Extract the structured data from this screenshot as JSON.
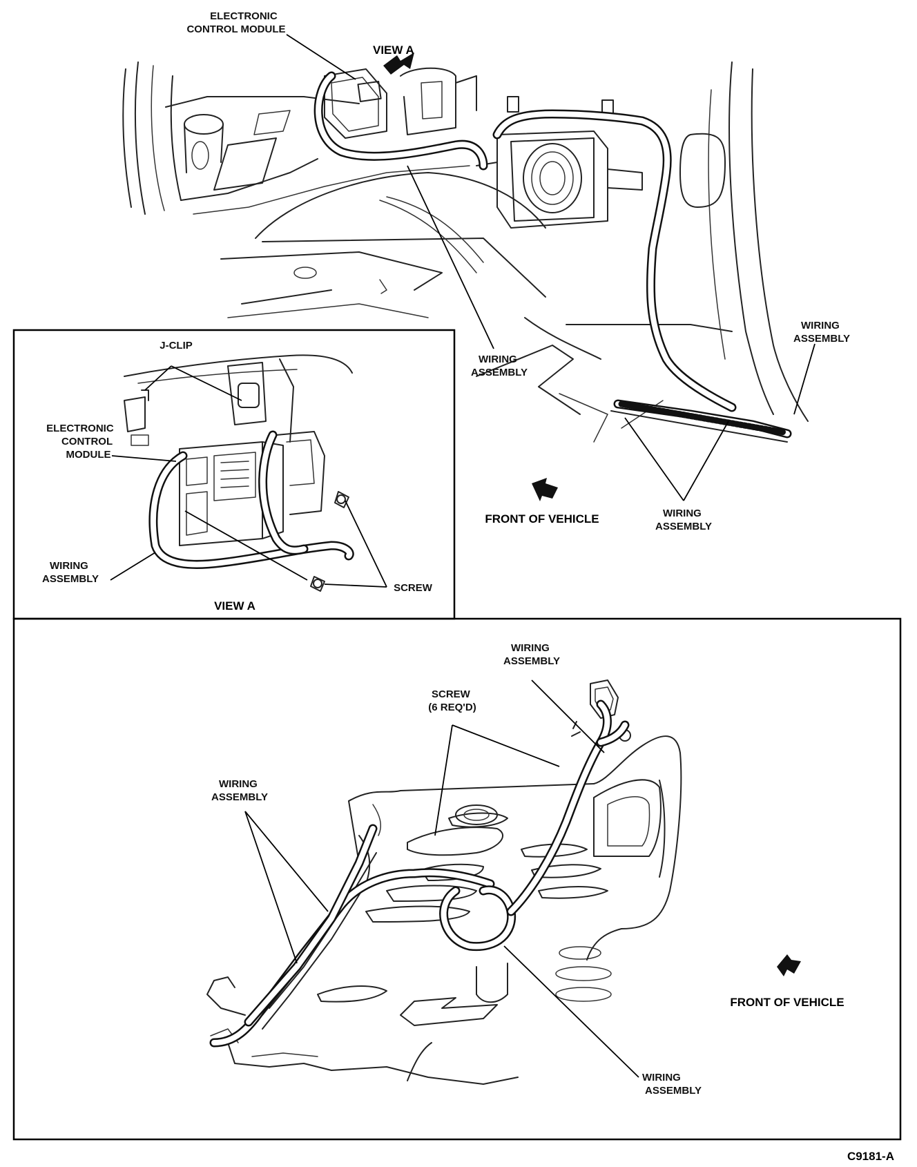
{
  "labels": {
    "ecm_top": [
      "ELECTRONIC",
      "CONTROL MODULE"
    ],
    "view_a_arrow": "VIEW A",
    "wiring_mid": [
      "WIRING",
      "ASSEMBLY"
    ],
    "wiring_right": [
      "WIRING",
      "ASSEMBLY"
    ],
    "wiring_rocker": [
      "WIRING",
      "ASSEMBLY"
    ],
    "front_top": "FRONT OF VEHICLE",
    "jclip": "J-CLIP",
    "ecm_inset": [
      "ELECTRONIC",
      "CONTROL",
      "MODULE"
    ],
    "wiring_inset": [
      "WIRING",
      "ASSEMBLY"
    ],
    "screw_inset": "SCREW",
    "view_a_caption": "VIEW A",
    "wiring_bottom_top": [
      "WIRING",
      "ASSEMBLY"
    ],
    "screw_bottom": [
      "SCREW",
      "(6 REQ'D)"
    ],
    "wiring_bottom_left": [
      "WIRING",
      "ASSEMBLY"
    ],
    "wiring_bottom_low": [
      "WIRING",
      "ASSEMBLY"
    ],
    "front_bottom": "FRONT OF VEHICLE",
    "figure_id": "C9181-A"
  }
}
